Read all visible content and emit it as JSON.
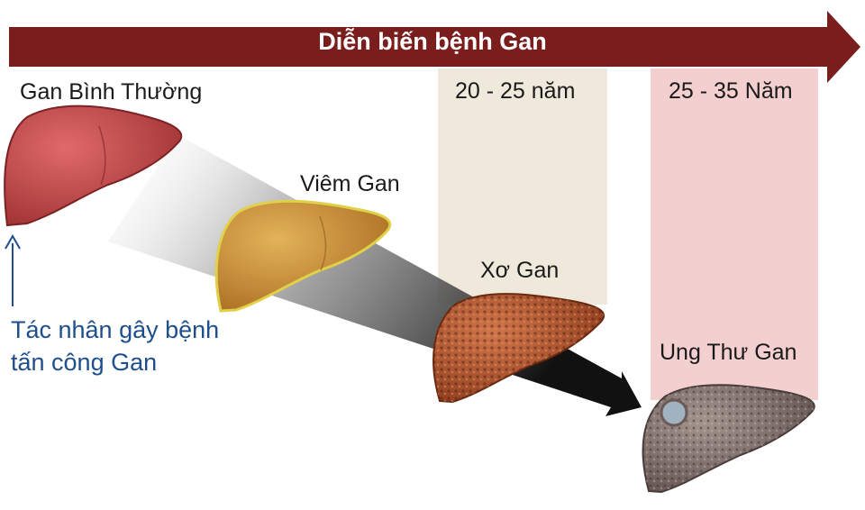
{
  "title": "Diễn biến bệnh Gan",
  "stages": [
    {
      "label": "Gan Bình Thường",
      "color": "#c8474a"
    },
    {
      "label": "Viêm Gan",
      "color": "#d69a3a"
    },
    {
      "label": "Xơ Gan",
      "color": "#b8542f"
    },
    {
      "label": "Ung Thư Gan",
      "color": "#8a7a76"
    }
  ],
  "periods": [
    {
      "label": "20 - 25 năm",
      "color": "#efe9dc"
    },
    {
      "label": "25 - 35 Năm",
      "color": "#f3cfd0"
    }
  ],
  "cause": {
    "line1": "Tác nhân gây bệnh",
    "line2": "tấn công Gan",
    "color": "#1f4e8c"
  },
  "colors": {
    "banner": "#7a1d1d"
  }
}
